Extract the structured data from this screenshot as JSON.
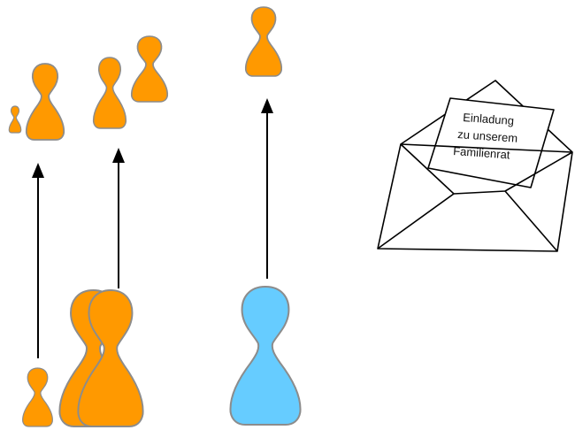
{
  "invitation": {
    "line1": "Einladung",
    "line2": "zu unserem",
    "line3": "Familienrat"
  },
  "colors": {
    "orange_figure": "#FF9900",
    "blue_figure": "#66CCFF",
    "figure_outline": "#8C8C8C",
    "arrow": "#000000",
    "envelope_stroke": "#000000"
  },
  "icons": {
    "figure": "pawn-person-icon",
    "envelope": "open-envelope-icon",
    "arrow": "up-arrow-icon"
  }
}
